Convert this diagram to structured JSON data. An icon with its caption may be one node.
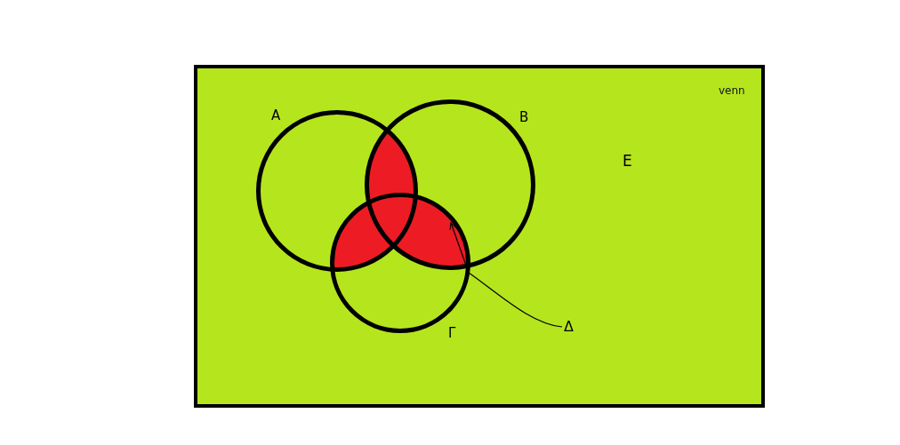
{
  "diagram": {
    "title": "venn",
    "nodes": [
      {
        "text": [
          "E"
        ]
      },
      {
        "text": [
          "A"
        ],
        "in": 0
      },
      {
        "text": [
          "B"
        ],
        "in": 0
      },
      {
        "text": [
          "Γ"
        ],
        "in": 0
      },
      {
        "text": [
          "Δ"
        ],
        "in": 0
      },
      {
        "text": [],
        "shape": "region",
        "in": 0
      }
    ],
    "edges": [
      {
        "from": 4,
        "to": 5,
        "arrow": "to"
      }
    ]
  }
}
